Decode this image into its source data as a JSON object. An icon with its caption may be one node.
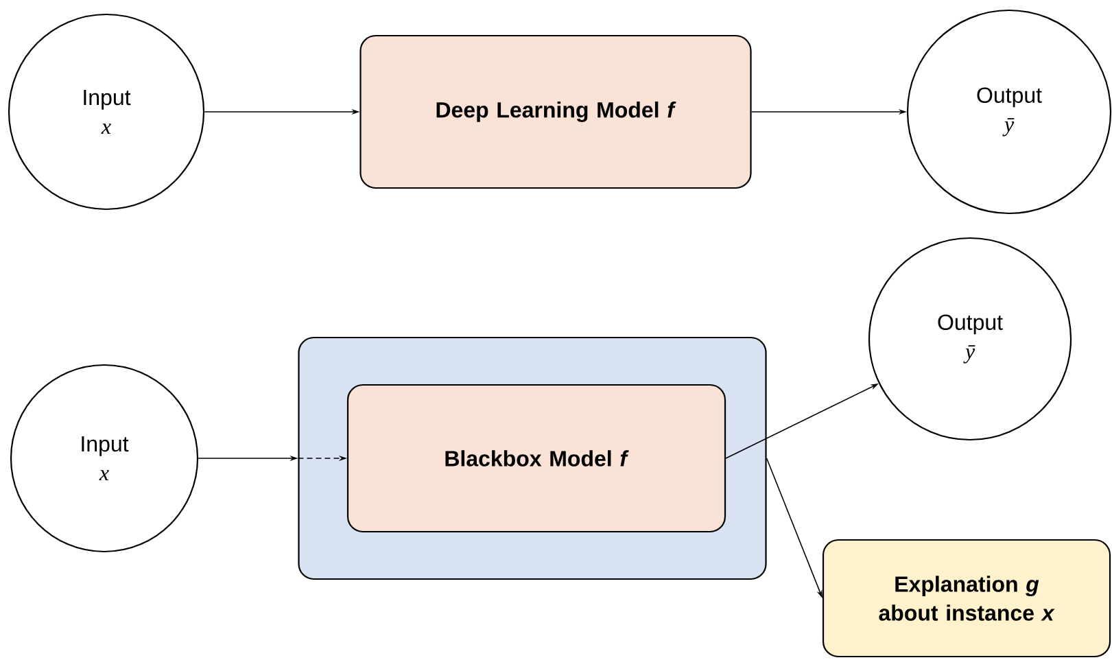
{
  "diagram": {
    "nodes": [
      {
        "text": [
          "Input",
          "x"
        ]
      },
      {
        "text": [
          "Deep Learning Model *f*"
        ]
      },
      {
        "text": [
          "Output",
          "ȳ"
        ]
      },
      {
        "text": [
          "Input",
          "x"
        ]
      },
      {
        "text": [],
        "shape": "box"
      },
      {
        "text": [
          "Blackbox Model *f*"
        ],
        "in": 4
      },
      {
        "text": [
          "Output",
          "ȳ"
        ]
      },
      {
        "text": [
          "Explanation *g* about instance *x*"
        ]
      }
    ],
    "edges": [
      {
        "from": 0,
        "to": 1,
        "arrow": "to"
      },
      {
        "from": 1,
        "to": 2,
        "arrow": "to"
      },
      {
        "from": 3,
        "to": 4,
        "arrow": "to"
      },
      {
        "from": 4,
        "to": 5,
        "arrow": "to",
        "style": "dashed"
      },
      {
        "from": 5,
        "to": 6,
        "arrow": "to"
      },
      {
        "from": 4,
        "to": 7,
        "arrow": "to"
      }
    ]
  }
}
